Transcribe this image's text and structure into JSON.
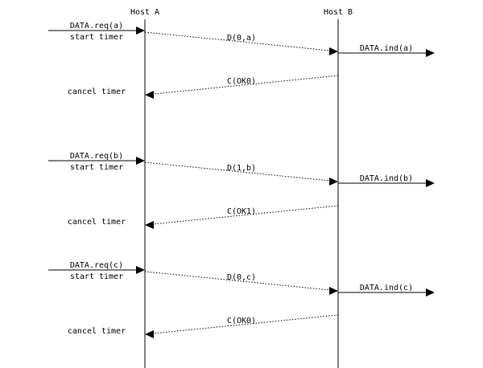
{
  "hosts": {
    "a": "Host A",
    "b": "Host B"
  },
  "exchanges": [
    {
      "request": "DATA.req(a)",
      "timer_start": "start timer",
      "frame": "D(0,a)",
      "indication": "DATA.ind(a)",
      "control": "C(OK0)",
      "timer_cancel": "cancel timer"
    },
    {
      "request": "DATA.req(b)",
      "timer_start": "start timer",
      "frame": "D(1,b)",
      "indication": "DATA.ind(b)",
      "control": "C(OK1)",
      "timer_cancel": "cancel timer"
    },
    {
      "request": "DATA.req(c)",
      "timer_start": "start timer",
      "frame": "D(0,c)",
      "indication": "DATA.ind(c)",
      "control": "C(OK0)",
      "timer_cancel": "cancel timer"
    }
  ]
}
